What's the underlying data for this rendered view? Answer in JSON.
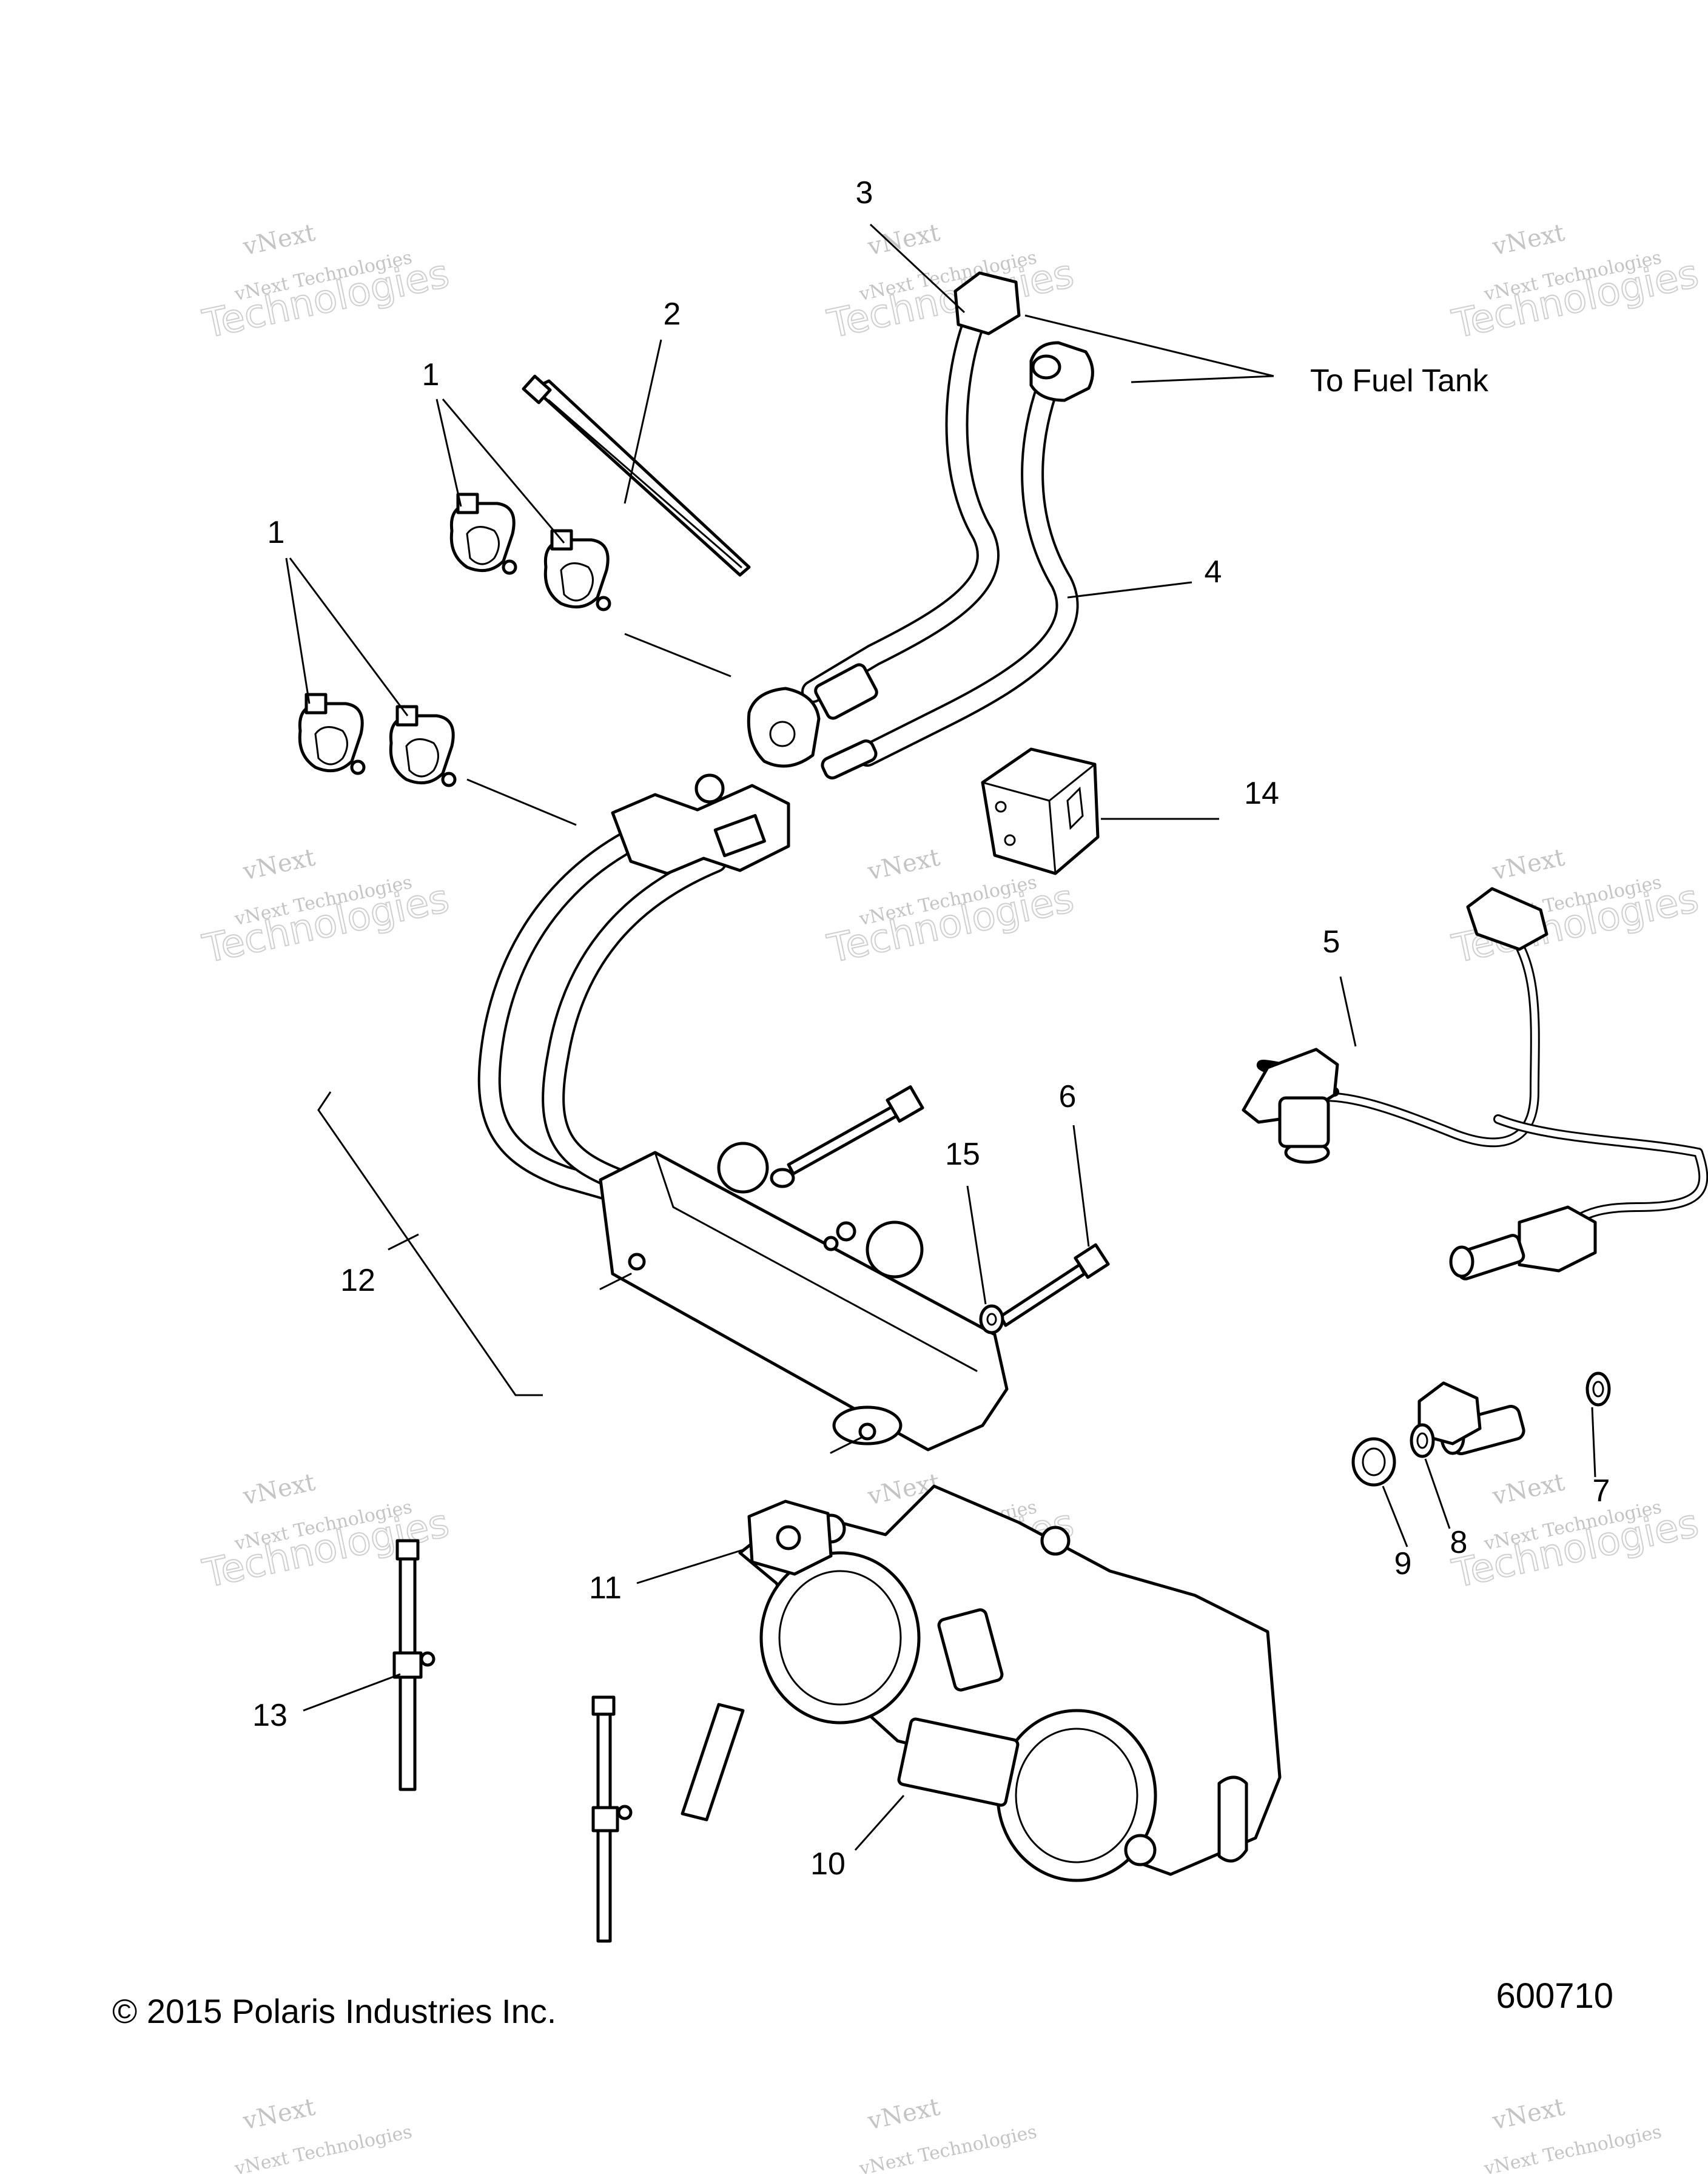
{
  "callouts": [
    {
      "id": "1a",
      "text": "1"
    },
    {
      "id": "1b",
      "text": "1"
    },
    {
      "id": "2",
      "text": "2"
    },
    {
      "id": "3",
      "text": "3"
    },
    {
      "id": "4",
      "text": "4"
    },
    {
      "id": "5",
      "text": "5"
    },
    {
      "id": "6",
      "text": "6"
    },
    {
      "id": "7",
      "text": "7"
    },
    {
      "id": "8",
      "text": "8"
    },
    {
      "id": "9",
      "text": "9"
    },
    {
      "id": "10",
      "text": "10"
    },
    {
      "id": "11",
      "text": "11"
    },
    {
      "id": "12",
      "text": "12"
    },
    {
      "id": "13",
      "text": "13"
    },
    {
      "id": "14",
      "text": "14"
    },
    {
      "id": "15",
      "text": "15"
    }
  ],
  "annotations": {
    "fuel_tank": "To Fuel Tank"
  },
  "footer": {
    "copyright": "© 2015 Polaris Industries Inc.",
    "figure_number": "600710"
  },
  "watermark": {
    "line1": "vNext",
    "line2": "vNext Technologies",
    "line3": "Technologies"
  }
}
